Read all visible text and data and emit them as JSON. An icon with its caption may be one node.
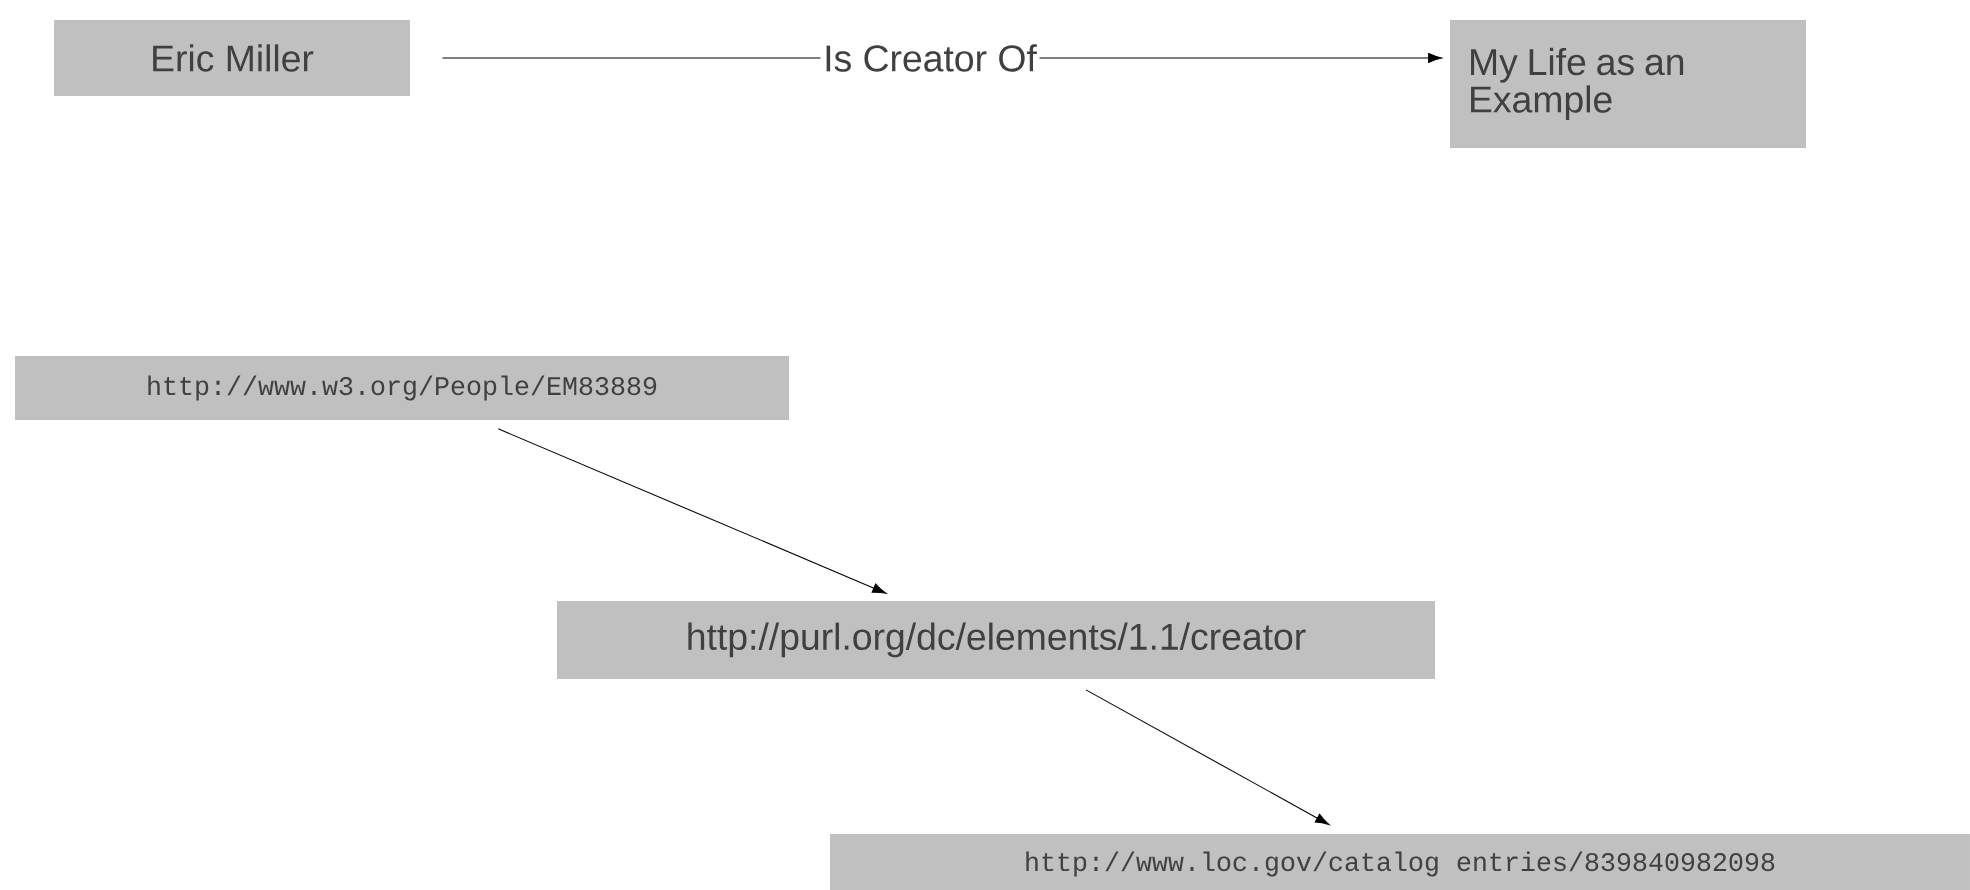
{
  "diagram": {
    "nodes": [
      {
        "text": [
          "Eric Miller"
        ]
      },
      {
        "text": [
          "My Life as an Example"
        ]
      },
      {
        "text": [
          "http://www.w3.org/People/EM83889"
        ]
      },
      {
        "text": [
          "http://purl.org/dc/elements/1.1/creator"
        ]
      },
      {
        "text": [
          "http://www.loc.gov/catalog entries/839840982098"
        ]
      }
    ],
    "edges": [
      {
        "from": 0,
        "to": 1,
        "arrow": "to",
        "label": "Is Creator Of"
      },
      {
        "from": 2,
        "to": 3,
        "arrow": "to"
      },
      {
        "from": 3,
        "to": 4,
        "arrow": "to"
      }
    ]
  }
}
